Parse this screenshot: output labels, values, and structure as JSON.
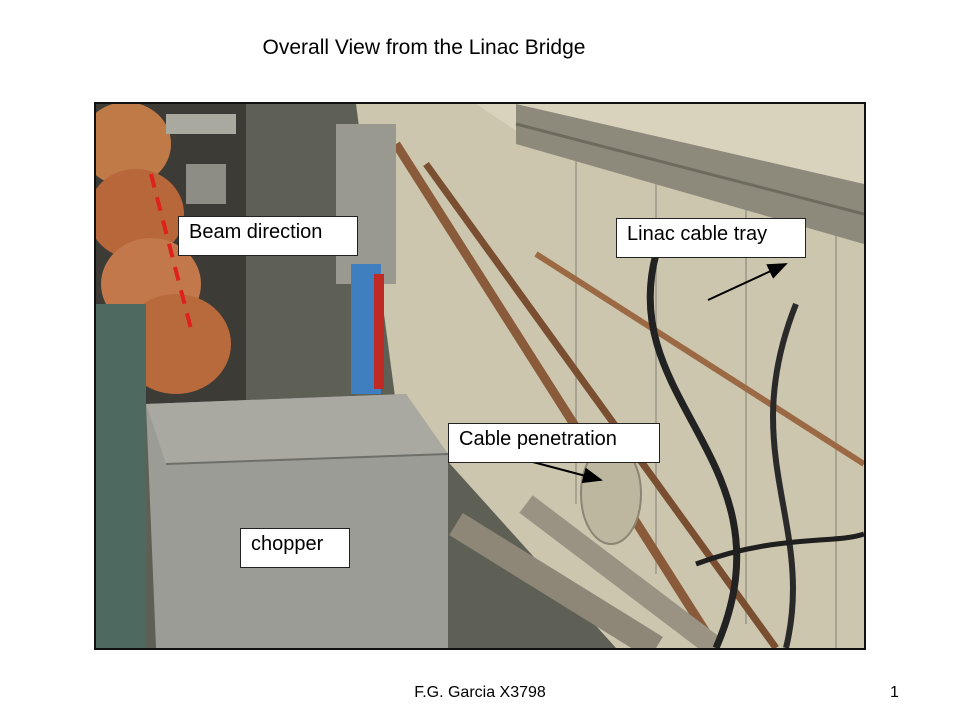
{
  "slide": {
    "title": "Overall View from the Linac Bridge",
    "footer": "F.G. Garcia   X3798",
    "page_number": "1"
  },
  "photo": {
    "labels": {
      "beam_direction": "Beam direction",
      "linac_cable_tray": "Linac cable tray",
      "cable_penetration": "Cable penetration",
      "chopper": "chopper"
    },
    "colors": {
      "copper": "#b8673a",
      "wall": "#c9c3ad",
      "floor": "#5e6056",
      "chopper_box": "#9c9c96",
      "beam_arrow": "#e0201c",
      "stand": "#3f7fc0"
    }
  }
}
